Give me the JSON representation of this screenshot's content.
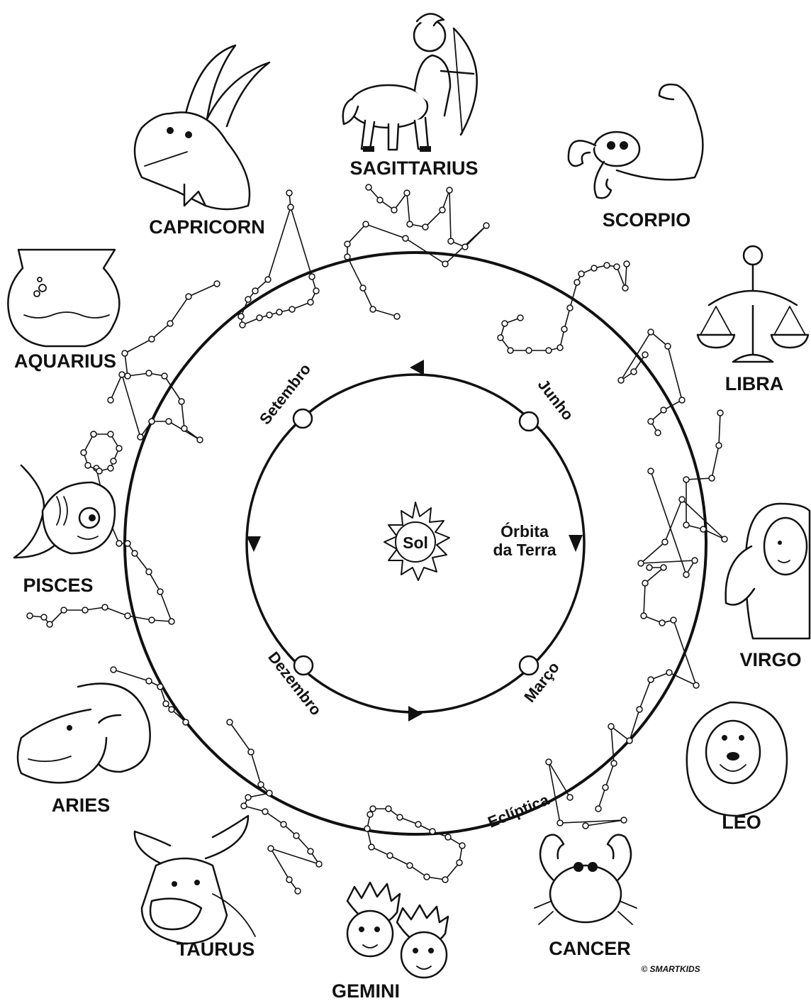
{
  "signs": {
    "sagittarius": "SAGITTARIUS",
    "scorpio": "SCORPIO",
    "libra": "LIBRA",
    "virgo": "VIRGO",
    "leo": "LEO",
    "cancer": "CANCER",
    "gemini": "GEMINI",
    "taurus": "TAURUS",
    "aries": "ARIES",
    "pisces": "PISCES",
    "aquarius": "AQUARIUS",
    "capricorn": "CAPRICORN"
  },
  "months": {
    "june": "Junho",
    "september": "Setembro",
    "december": "Dezembro",
    "march": "Março"
  },
  "center": {
    "sun": "Sol",
    "orbit_line1": "Órbita",
    "orbit_line2": "da Terra"
  },
  "ecliptic": "Eclíptica",
  "copyright": "© SMARTKIDS"
}
